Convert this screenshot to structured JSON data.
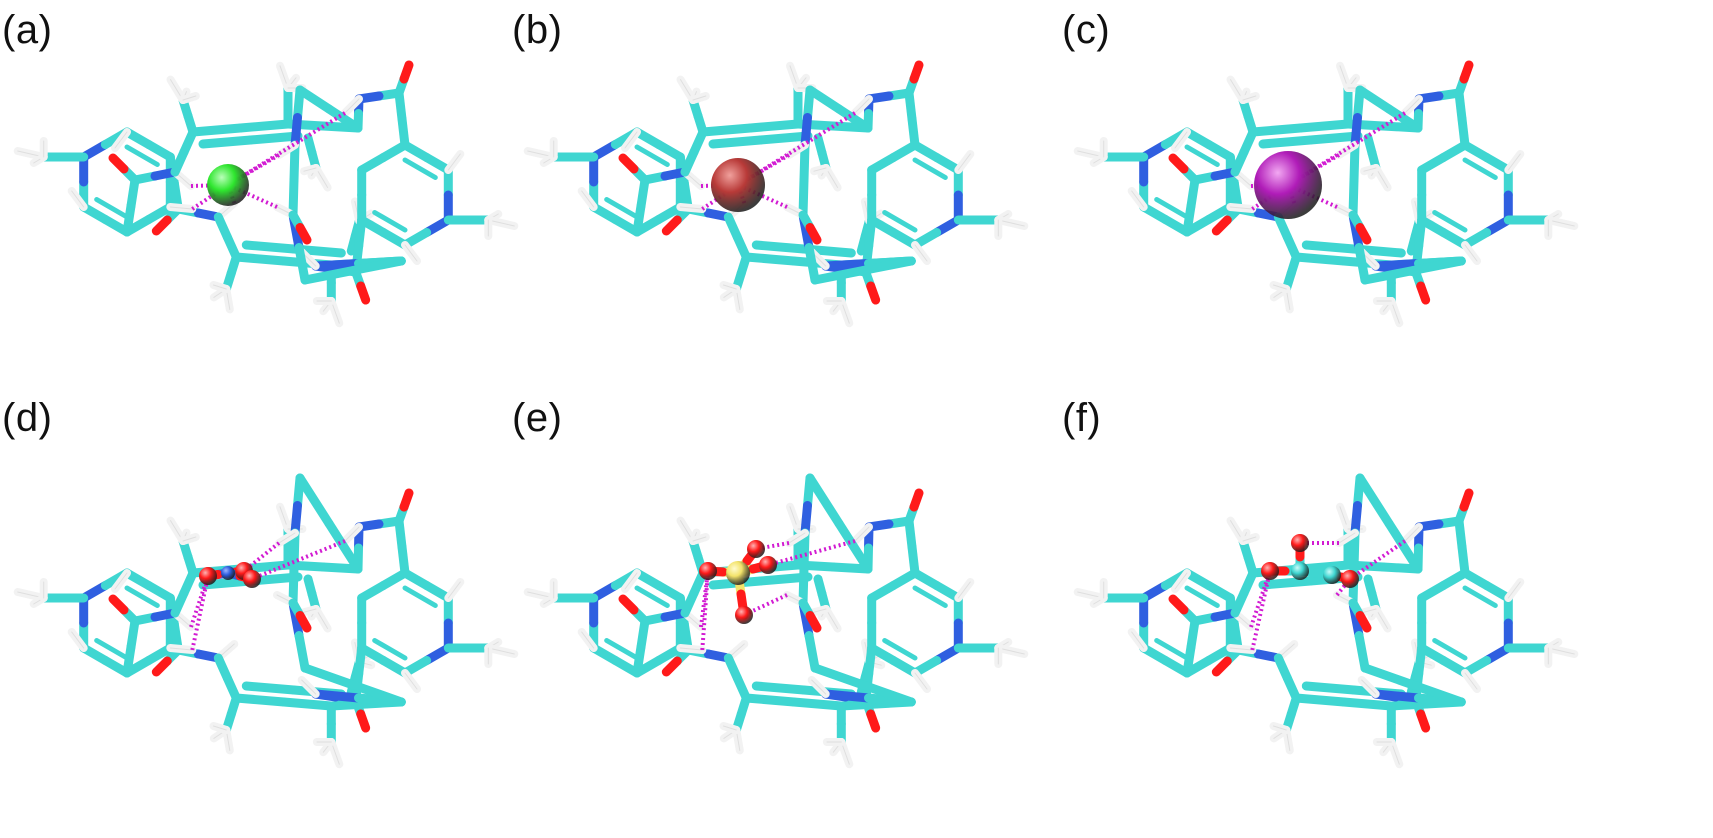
{
  "panels": [
    {
      "label": "(a)",
      "guest": "sphere",
      "guest_color": "#2ee62e",
      "guest_highlight": "#b9ffb9",
      "guest_radius": 21
    },
    {
      "label": "(b)",
      "guest": "sphere",
      "guest_color": "#b83a38",
      "guest_highlight": "#f0a09c",
      "guest_radius": 27
    },
    {
      "label": "(c)",
      "guest": "sphere",
      "guest_color": "#b01cb8",
      "guest_highlight": "#f2a8f2",
      "guest_radius": 34
    },
    {
      "label": "(d)",
      "guest": "nitrate"
    },
    {
      "label": "(e)",
      "guest": "sulfate"
    },
    {
      "label": "(f)",
      "guest": "carbonate"
    }
  ],
  "colors": {
    "carbon": "#3fd6d1",
    "nitrogen": "#2f5fe0",
    "oxygen": "#ff1a1a",
    "hydrogen": "#f2f2f2",
    "sulfur": "#f3e36a",
    "hbond": "#d21bd2"
  }
}
